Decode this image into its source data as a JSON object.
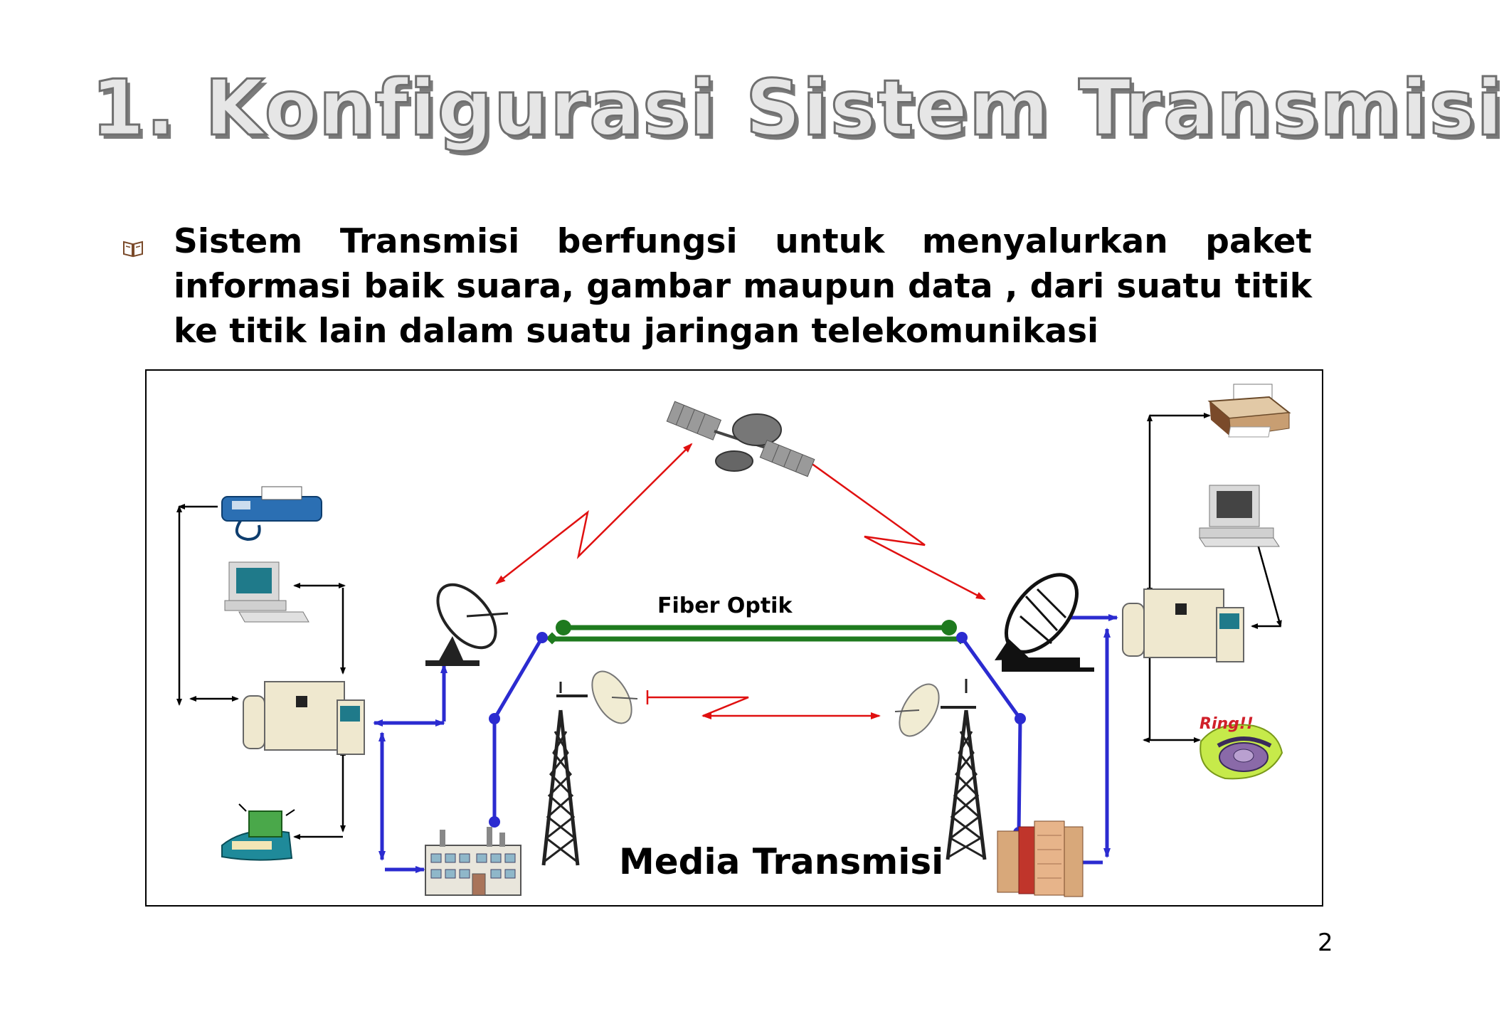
{
  "slide": {
    "title": "1. Konfigurasi Sistem Transmisi",
    "bullet_text": "Sistem Transmisi berfungsi untuk menyalurkan paket informasi baik suara, gambar maupun data , dari suatu titik ke titik lain dalam suatu jaringan telekomunikasi",
    "bullet_icon": "book-icon",
    "page_number": "2"
  },
  "diagram": {
    "fiber_label": "Fiber Optik",
    "media_label": "Media Transmisi",
    "colors": {
      "radio_link": "#e01010",
      "access_link": "#2b2bd0",
      "fiber": "#1e7a1e",
      "local_link": "#000000"
    },
    "icons": [
      "fax-machine-icon",
      "computer-icon",
      "switch-exchange-icon",
      "fax-phone-icon",
      "office-building-icon",
      "satellite-dish-icon",
      "satellite-icon",
      "microwave-tower-icon",
      "earth-station-icon",
      "exchange-building-icon",
      "printer-icon",
      "ringing-telephone-icon"
    ]
  }
}
